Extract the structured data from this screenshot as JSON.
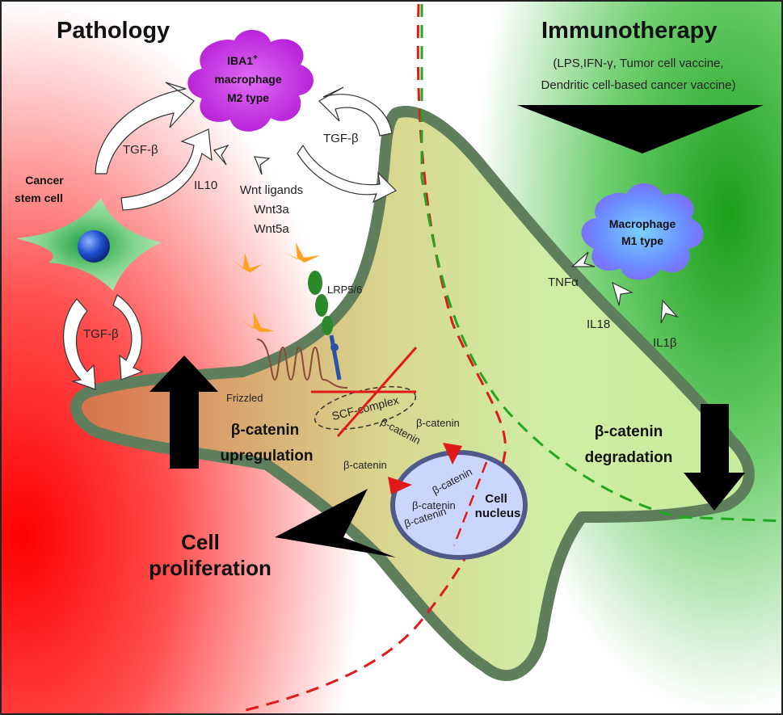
{
  "panels": {
    "left_title": "Pathology",
    "right_title": "Immunotherapy",
    "right_subtitle_line1": "(LPS,IFN-γ, Tumor cell vaccine,",
    "right_subtitle_line2": "Dendritic cell-based cancer vaccine)"
  },
  "m2_macrophage": {
    "line1": "IBA1",
    "line1_sup": "+",
    "line2": "macrophage",
    "line3": "M2 type"
  },
  "m1_macrophage": {
    "line1": "Macrophage",
    "line2": "M1 type"
  },
  "cancer_stem_cell": {
    "line1": "Cancer",
    "line2": "stem cell"
  },
  "cytokines": {
    "tgf_left": "TGF-β",
    "tgf_right": "TGF-β",
    "tgf_lower": "TGF-β",
    "il10": "IL10",
    "wnt_line1": "Wnt ligands",
    "wnt_line2": "Wnt3a",
    "wnt_line3": "Wnt5a",
    "tnfa": "TNFα",
    "il18": "IL18",
    "il1b": "IL1β"
  },
  "receptors": {
    "lrp": "LRP5/6",
    "frizzled": "Frizzled",
    "scf": "SCF-complex"
  },
  "beta_catenin": {
    "label": "β-catenin",
    "upregulation_line1": "β-catenin",
    "upregulation_line2": "upregulation",
    "degradation_line1": "β-catenin",
    "degradation_line2": "degradation"
  },
  "nucleus": {
    "line1": "Cell",
    "line2": "nucleus"
  },
  "proliferation": {
    "line1": "Cell",
    "line2": "proliferation"
  },
  "colors": {
    "pathology_red": "#ff1a1a",
    "immuno_green": "#1fa71f",
    "cell_fill": "#cdeaa0",
    "cell_border": "#5e7e5c",
    "m2_purple": "#c02be0",
    "m1_blue": "#6a8cff",
    "ligand_orange": "#ffa21e",
    "nucleus_fill": "#c9d7ff",
    "nucleus_border": "#4f5a8a",
    "arrow_red": "#e01a1a"
  }
}
